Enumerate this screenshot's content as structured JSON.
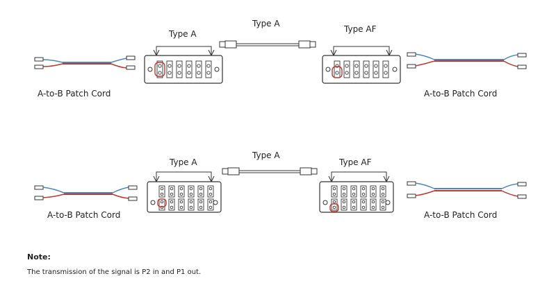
{
  "rows": [
    {
      "left_cord_label": "A-to-B Patch Cord",
      "left_module_label": "Type A",
      "trunk_label": "Type A",
      "right_module_label": "Type AF",
      "right_cord_label": "A-to-B Patch Cord"
    },
    {
      "left_cord_label": "A-to-B Patch Cord",
      "left_module_label": "Type A",
      "trunk_label": "Type A",
      "right_module_label": "Type AF",
      "right_cord_label": "A-to-B Patch Cord"
    }
  ],
  "note": {
    "title": "Note:",
    "text": "The  transmission of the signal is P2 in and P1 out."
  },
  "colors": {
    "line": "#333333",
    "blue_fiber": "#4a86c5",
    "red_fiber": "#c0392b",
    "highlight": "#c0392b"
  }
}
